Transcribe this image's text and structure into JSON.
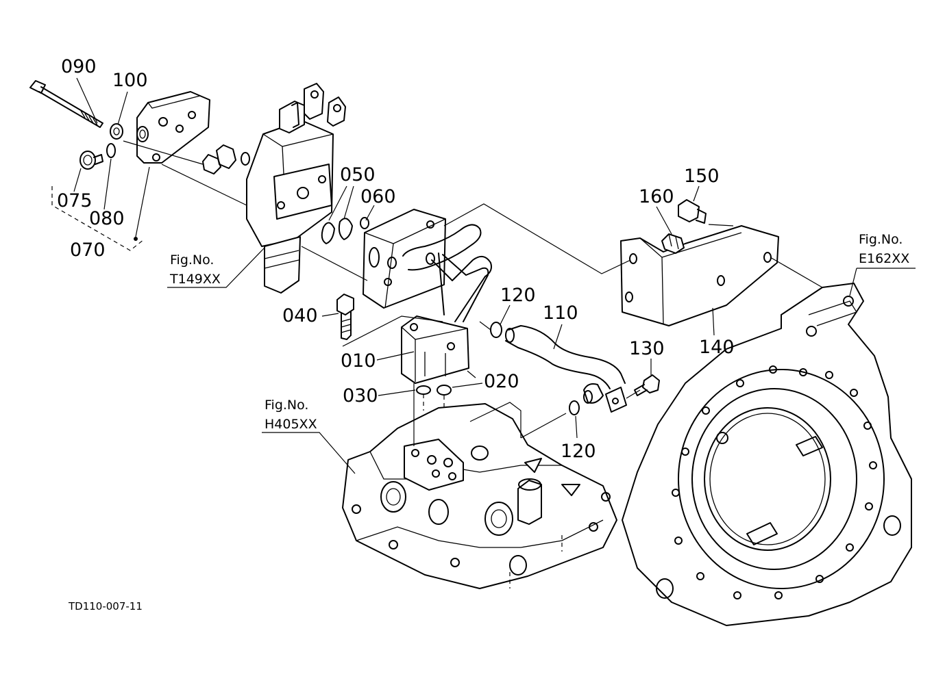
{
  "part_labels": {
    "p090": "090",
    "p100": "100",
    "p075": "075",
    "p080": "080",
    "p070": "070",
    "p050": "050",
    "p060": "060",
    "p040": "040",
    "p010": "010",
    "p030": "030",
    "p020": "020",
    "p120a": "120",
    "p110": "110",
    "p120b": "120",
    "p130": "130",
    "p140": "140",
    "p150": "150",
    "p160": "160"
  },
  "figure_refs": {
    "t149": {
      "line1": "Fig.No.",
      "line2": "T149XX"
    },
    "h405": {
      "line1": "Fig.No.",
      "line2": "H405XX"
    },
    "e162": {
      "line1": "Fig.No.",
      "line2": "E162XX"
    }
  },
  "drawing_code": "TD110-007-11"
}
